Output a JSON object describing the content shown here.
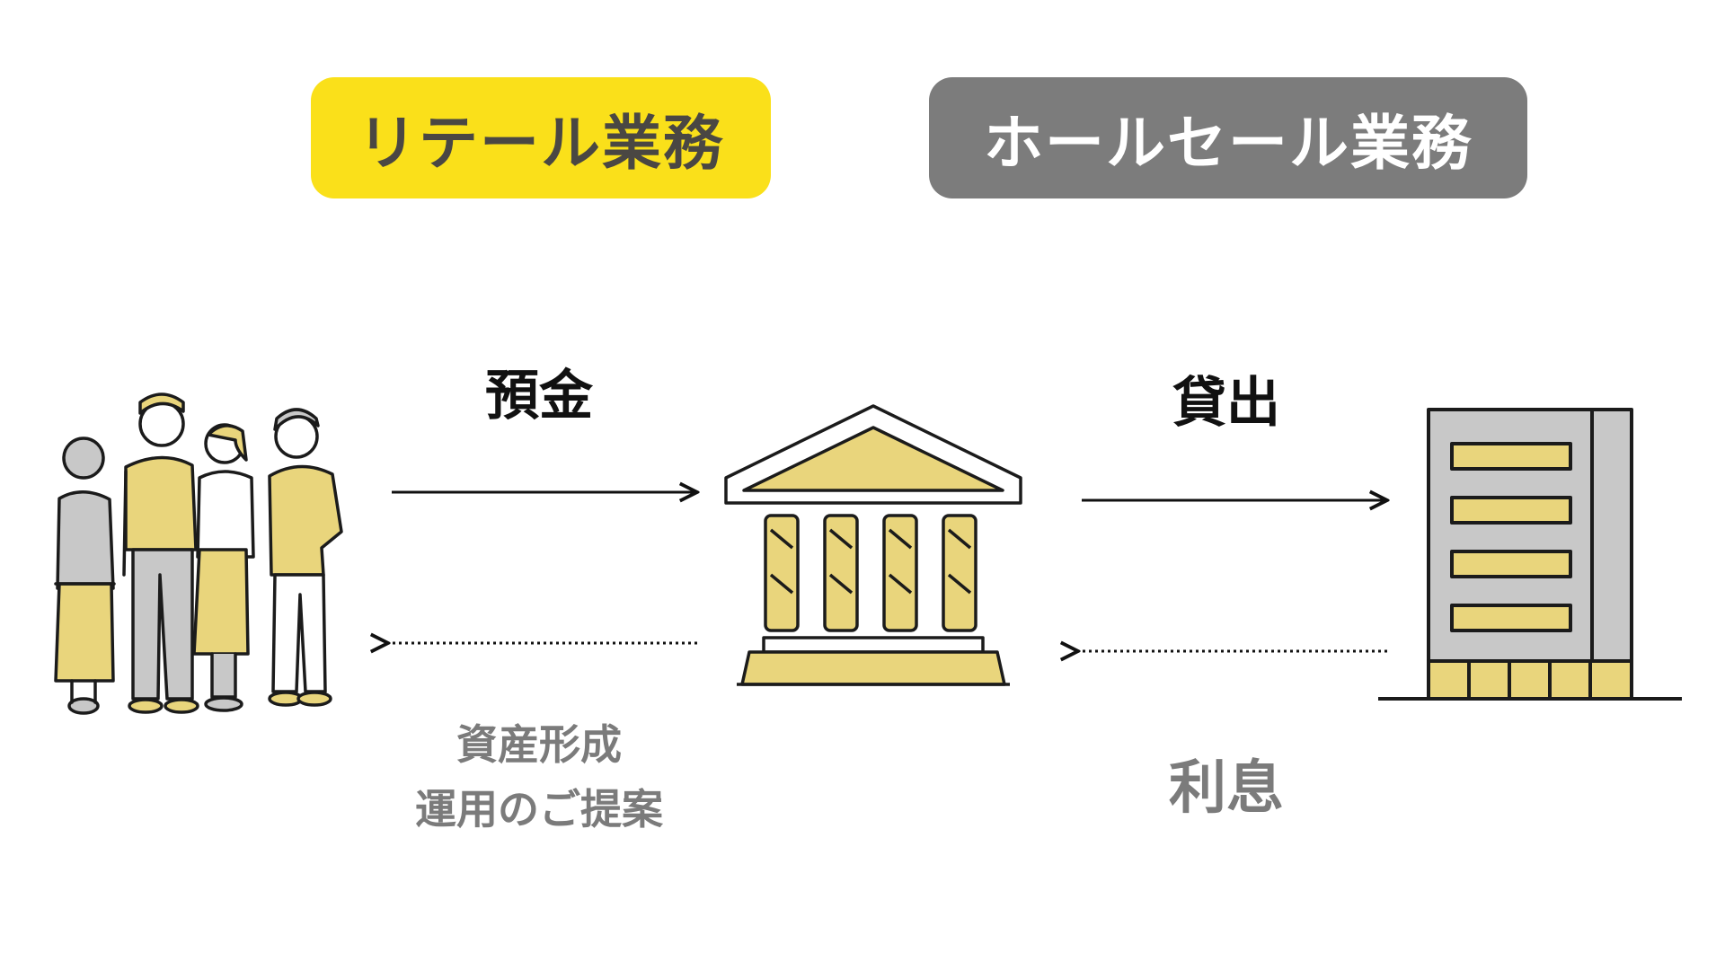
{
  "categories": {
    "retail": "リテール業務",
    "wholesale": "ホールセール業務"
  },
  "flows": {
    "deposit": "預金",
    "loan": "貸出",
    "asset_line1": "資産形成",
    "asset_line2": "運用のご提案",
    "interest": "利息"
  },
  "colors": {
    "retail_badge": "#fae01a",
    "wholesale_badge": "#7c7c7c",
    "illustration_fill": "#e9d57c",
    "illustration_gray": "#c8c8c8"
  },
  "icons": [
    "people-group-icon",
    "bank-icon",
    "office-building-icon",
    "arrow-right-icon",
    "dotted-arrow-left-icon"
  ]
}
